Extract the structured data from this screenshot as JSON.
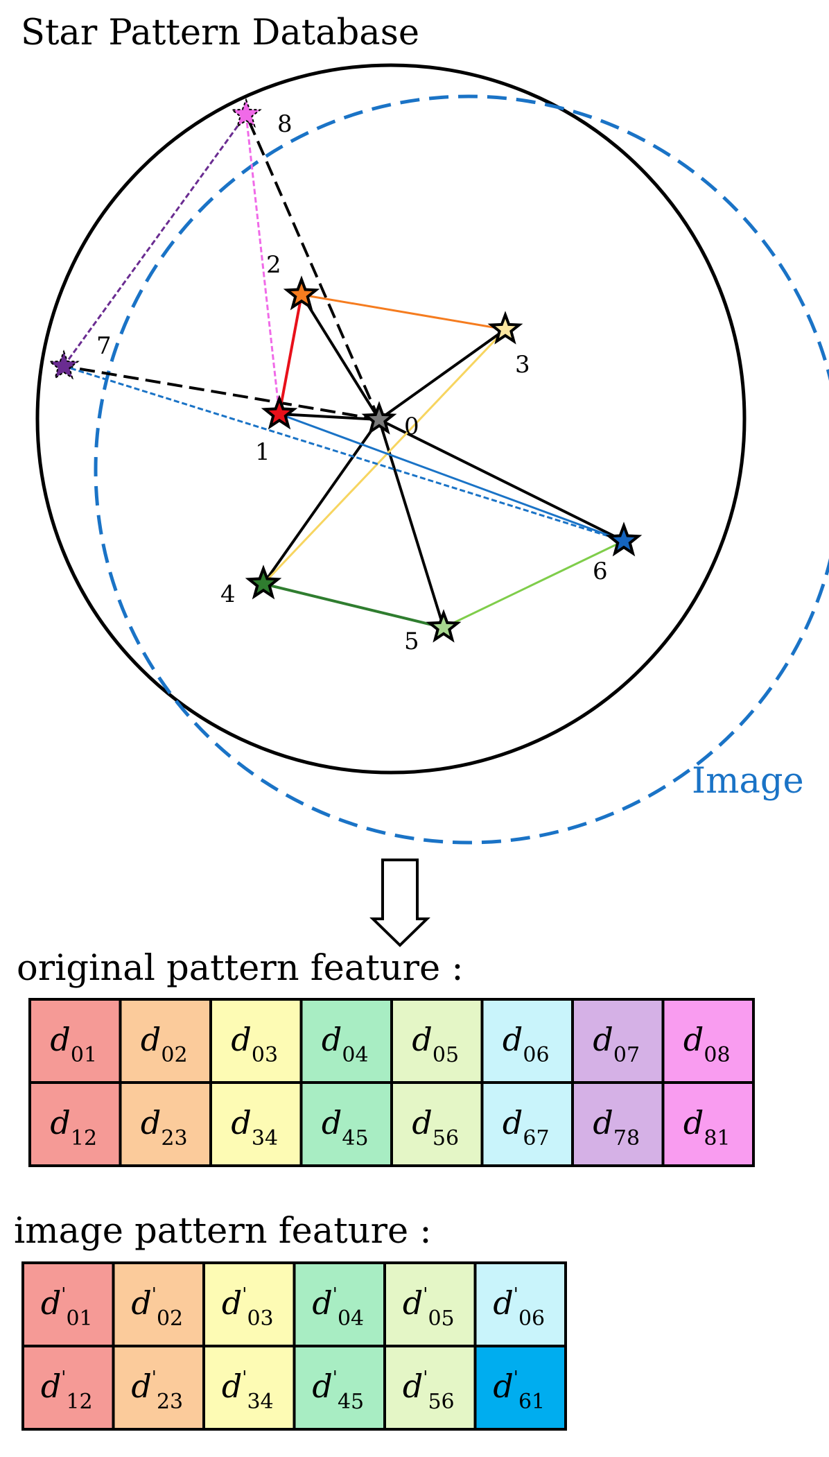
{
  "title": "Star Pattern Database",
  "image_label": "Image",
  "colors": {
    "database_circle": "#000000",
    "image_circle": "#1a73c6",
    "image_label": "#1a73c6"
  },
  "stars": [
    {
      "id": "0",
      "label": "0",
      "color": "#7a7a7a"
    },
    {
      "id": "1",
      "label": "1",
      "color": "#e8101a"
    },
    {
      "id": "2",
      "label": "2",
      "color": "#f57c1f"
    },
    {
      "id": "3",
      "label": "3",
      "color": "#fbe6a0"
    },
    {
      "id": "4",
      "label": "4",
      "color": "#2f7d2f"
    },
    {
      "id": "5",
      "label": "5",
      "color": "#a8d890"
    },
    {
      "id": "6",
      "label": "6",
      "color": "#1565c0"
    },
    {
      "id": "7",
      "label": "7",
      "color": "#6a2c91"
    },
    {
      "id": "8",
      "label": "8",
      "color": "#f06ae8"
    }
  ],
  "original_feature": {
    "heading": "original pattern feature :",
    "var": "d",
    "prime": "",
    "rows": [
      [
        "01",
        "02",
        "03",
        "04",
        "05",
        "06",
        "07",
        "08"
      ],
      [
        "12",
        "23",
        "34",
        "45",
        "56",
        "67",
        "78",
        "81"
      ]
    ],
    "colors": [
      "#f59a96",
      "#fbcb9b",
      "#fdfbb4",
      "#a8edc3",
      "#e4f6c6",
      "#c9f4fb",
      "#d5b1e6",
      "#f99cf0"
    ]
  },
  "image_feature": {
    "heading": "image pattern feature :",
    "var": "d",
    "prime": "'",
    "rows": [
      [
        "01",
        "02",
        "03",
        "04",
        "05",
        "06"
      ],
      [
        "12",
        "23",
        "34",
        "45",
        "56",
        "61"
      ]
    ],
    "colors": [
      "#f59a96",
      "#fbcb9b",
      "#fdfbb4",
      "#a8edc3",
      "#e4f6c6",
      "#c9f4fb"
    ],
    "last_row_last_color": "#00adef"
  }
}
